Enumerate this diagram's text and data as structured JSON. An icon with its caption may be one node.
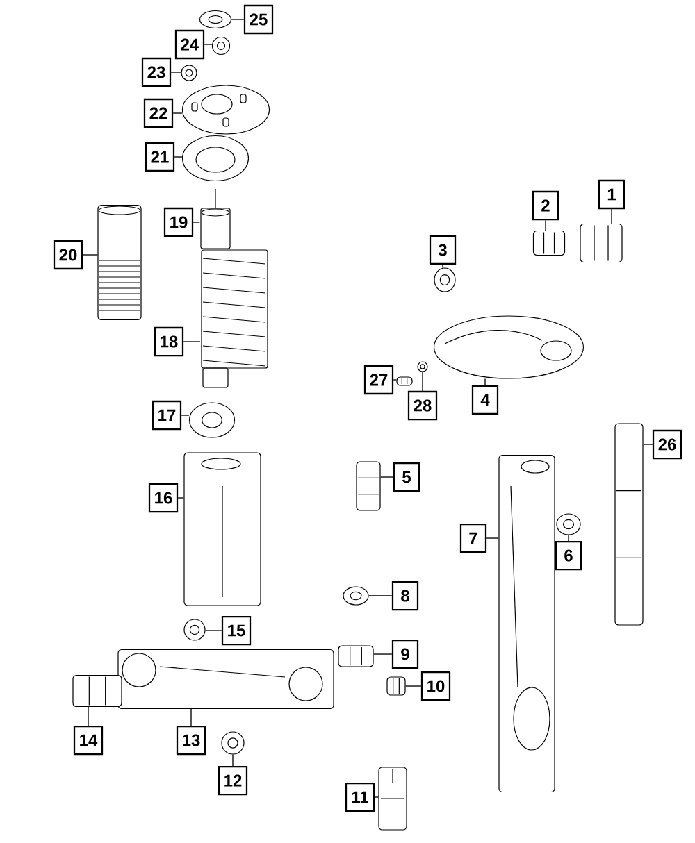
{
  "diagram": {
    "nodes": [
      {
        "text": [
          "1"
        ]
      },
      {
        "text": [
          "2"
        ]
      },
      {
        "text": [
          "3"
        ]
      },
      {
        "text": [
          "4"
        ]
      },
      {
        "text": [
          "5"
        ]
      },
      {
        "text": [
          "6"
        ]
      },
      {
        "text": [
          "7"
        ]
      },
      {
        "text": [
          "8"
        ]
      },
      {
        "text": [
          "9"
        ]
      },
      {
        "text": [
          "10"
        ]
      },
      {
        "text": [
          "11"
        ]
      },
      {
        "text": [
          "12"
        ]
      },
      {
        "text": [
          "13"
        ]
      },
      {
        "text": [
          "14"
        ]
      },
      {
        "text": [
          "15"
        ]
      },
      {
        "text": [
          "16"
        ]
      },
      {
        "text": [
          "17"
        ]
      },
      {
        "text": [
          "18"
        ]
      },
      {
        "text": [
          "19"
        ]
      },
      {
        "text": [
          "20"
        ]
      },
      {
        "text": [
          "21"
        ]
      },
      {
        "text": [
          "22"
        ]
      },
      {
        "text": [
          "23"
        ]
      },
      {
        "text": [
          "24"
        ]
      },
      {
        "text": [
          "25"
        ]
      },
      {
        "text": [
          "26"
        ]
      },
      {
        "text": [
          "27"
        ]
      },
      {
        "text": [
          "28"
        ]
      },
      {
        "text": [],
        "shape": "picture"
      },
      {
        "text": [],
        "shape": "picture"
      },
      {
        "text": [],
        "shape": "picture"
      },
      {
        "text": [],
        "shape": "picture"
      },
      {
        "text": [],
        "shape": "picture"
      },
      {
        "text": [],
        "shape": "picture"
      },
      {
        "text": [],
        "shape": "picture"
      },
      {
        "text": [],
        "shape": "picture"
      },
      {
        "text": [],
        "shape": "picture"
      },
      {
        "text": [],
        "shape": "picture"
      },
      {
        "text": [],
        "shape": "picture"
      },
      {
        "text": [],
        "shape": "picture"
      },
      {
        "text": [],
        "shape": "picture"
      },
      {
        "text": [],
        "shape": "picture"
      },
      {
        "text": [],
        "shape": "picture"
      },
      {
        "text": [],
        "shape": "picture"
      },
      {
        "text": [],
        "shape": "picture"
      },
      {
        "text": [],
        "shape": "picture"
      },
      {
        "text": [],
        "shape": "picture"
      },
      {
        "text": [],
        "shape": "picture"
      },
      {
        "text": [],
        "shape": "picture"
      },
      {
        "text": [],
        "shape": "picture"
      },
      {
        "text": [],
        "shape": "picture"
      },
      {
        "text": [],
        "shape": "picture"
      },
      {
        "text": [],
        "shape": "picture"
      },
      {
        "text": [],
        "shape": "picture"
      },
      {
        "text": [],
        "shape": "picture"
      },
      {
        "text": [],
        "shape": "picture"
      }
    ],
    "edges": [
      {
        "from": 0,
        "to": 28,
        "arrow": "none"
      },
      {
        "from": 1,
        "to": 29,
        "arrow": "none"
      },
      {
        "from": 2,
        "to": 30,
        "arrow": "none"
      },
      {
        "from": 3,
        "to": 31,
        "arrow": "none"
      },
      {
        "from": 4,
        "to": 32,
        "arrow": "none"
      },
      {
        "from": 5,
        "to": 33,
        "arrow": "none"
      },
      {
        "from": 6,
        "to": 34,
        "arrow": "none"
      },
      {
        "from": 7,
        "to": 35,
        "arrow": "none"
      },
      {
        "from": 8,
        "to": 36,
        "arrow": "none"
      },
      {
        "from": 9,
        "to": 37,
        "arrow": "none"
      },
      {
        "from": 10,
        "to": 38,
        "arrow": "none"
      },
      {
        "from": 11,
        "to": 39,
        "arrow": "none"
      },
      {
        "from": 12,
        "to": 40,
        "arrow": "none"
      },
      {
        "from": 13,
        "to": 41,
        "arrow": "none"
      },
      {
        "from": 14,
        "to": 42,
        "arrow": "none"
      },
      {
        "from": 15,
        "to": 43,
        "arrow": "none"
      },
      {
        "from": 16,
        "to": 44,
        "arrow": "none"
      },
      {
        "from": 17,
        "to": 45,
        "arrow": "none"
      },
      {
        "from": 18,
        "to": 46,
        "arrow": "none"
      },
      {
        "from": 19,
        "to": 47,
        "arrow": "none"
      },
      {
        "from": 20,
        "to": 48,
        "arrow": "none"
      },
      {
        "from": 21,
        "to": 49,
        "arrow": "none"
      },
      {
        "from": 22,
        "to": 50,
        "arrow": "none"
      },
      {
        "from": 23,
        "to": 51,
        "arrow": "none"
      },
      {
        "from": 24,
        "to": 52,
        "arrow": "none"
      },
      {
        "from": 25,
        "to": 53,
        "arrow": "none"
      },
      {
        "from": 26,
        "to": 54,
        "arrow": "none"
      },
      {
        "from": 27,
        "to": 55,
        "arrow": "none"
      }
    ]
  }
}
